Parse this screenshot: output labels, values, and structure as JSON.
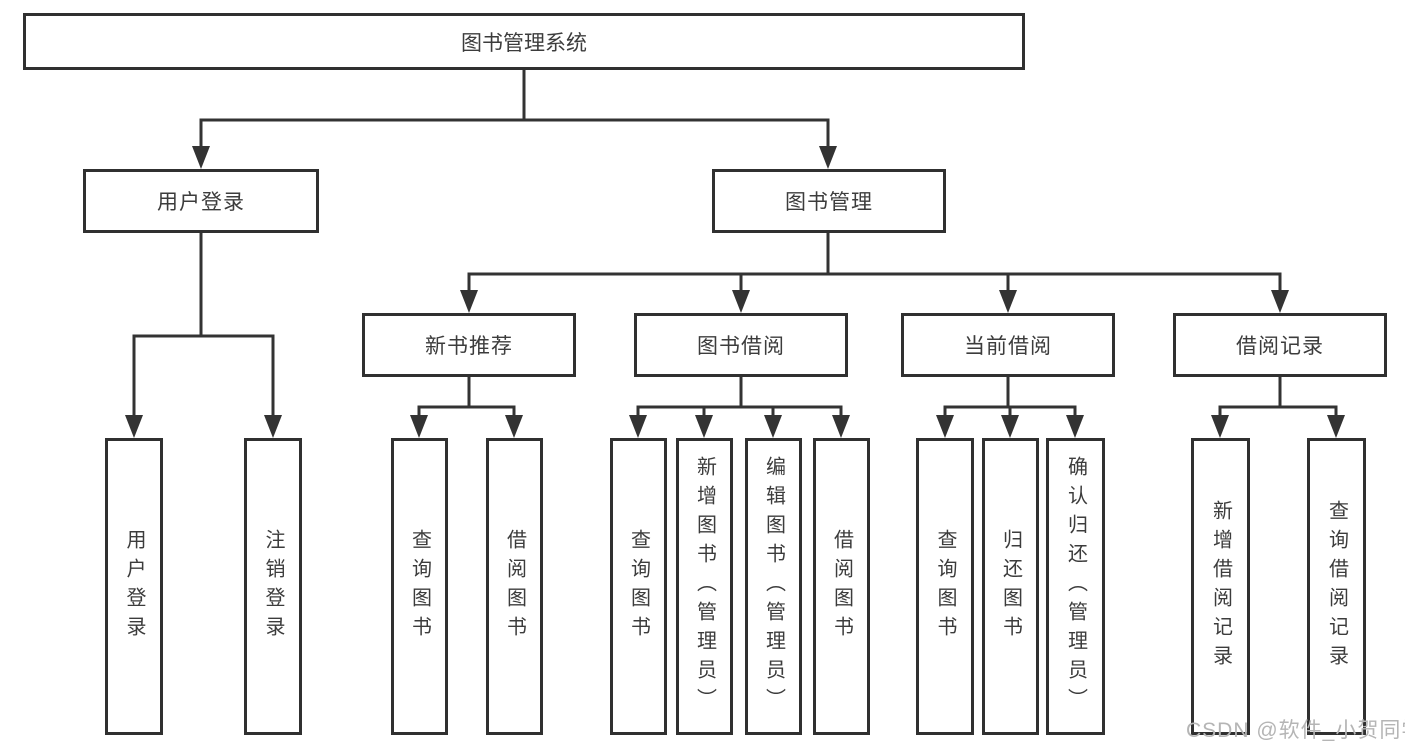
{
  "title": "图书管理系统",
  "level2": {
    "user_login": {
      "label": "用户登录",
      "children": [
        "用户登录",
        "注销登录"
      ]
    },
    "book_mgmt": {
      "label": "图书管理"
    }
  },
  "level3": {
    "new_book": {
      "label": "新书推荐",
      "children": [
        "查询图书",
        "借阅图书"
      ]
    },
    "borrow": {
      "label": "图书借阅",
      "children": [
        "查询图书",
        "新增图书（管理员）",
        "编辑图书（管理员）",
        "借阅图书"
      ]
    },
    "current": {
      "label": "当前借阅",
      "children": [
        "查询图书",
        "归还图书",
        "确认归还（管理员）"
      ]
    },
    "records": {
      "label": "借阅记录",
      "children": [
        "新增借阅记录",
        "查询借阅记录"
      ]
    }
  },
  "watermark": "CSDN @软件_小贺同学",
  "colors": {
    "line": "#333333",
    "box_border": "#303030",
    "text": "#3c3c3c",
    "watermark": "#b5b5b5",
    "background": "#ffffff"
  }
}
